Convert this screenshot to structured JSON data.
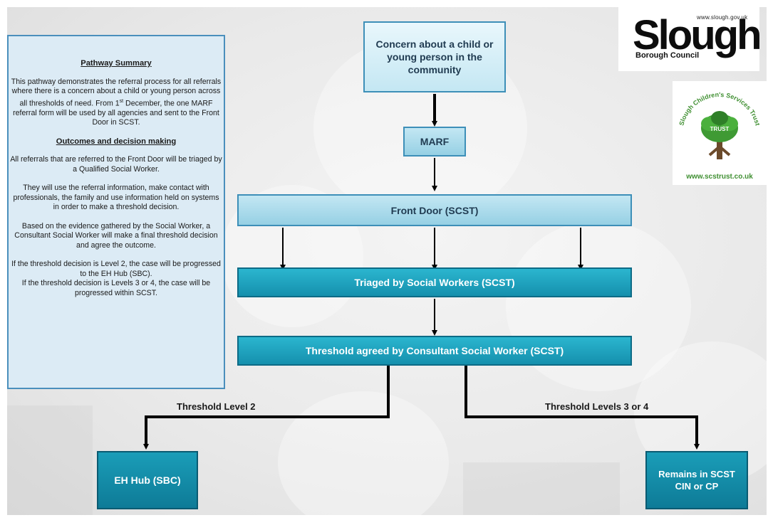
{
  "summary": {
    "heading1": "Pathway Summary",
    "para1_part1": "This pathway demonstrates the referral process for all referrals where there is a concern about a child or young person across all thresholds of need. From 1",
    "para1_sup": "st",
    "para1_part2": " December, the one MARF referral form will be used by all agencies and sent to the Front Door in SCST.",
    "heading2": "Outcomes and decision making",
    "para2": "All referrals that are referred to the Front Door will be triaged by a Qualified Social Worker.",
    "para3": "They will use the referral information, make contact with professionals, the family and use information held on systems in order to make a threshold decision.",
    "para4": "Based on the evidence gathered by the Social Worker, a Consultant Social Worker will make a final threshold decision and agree the outcome.",
    "para5": "If the threshold decision is Level 2, the case will be progressed to the EH Hub (SBC).",
    "para6": "If the threshold decision is Levels 3 or 4, the case will be progressed within SCST."
  },
  "flow": {
    "concern": "Concern about a child or young person in the community",
    "marf": "MARF",
    "front_door": "Front Door (SCST)",
    "triaged": "Triaged by Social Workers (SCST)",
    "threshold": "Threshold agreed by Consultant Social Worker (SCST)",
    "label_level2": "Threshold Level 2",
    "label_level34": "Threshold Levels 3 or 4",
    "eh_hub": "EH Hub (SBC)",
    "remains_line1": "Remains in SCST",
    "remains_line2": "CIN or CP"
  },
  "logos": {
    "slough_url": "www.slough.gov.uk",
    "slough_word": "Slough",
    "slough_sub": "Borough Council",
    "trust_arc": "Slough Children's Services Trust",
    "trust_badge": "TRUST",
    "trust_url": "www.scstrust.co.uk"
  },
  "colors": {
    "summary_bg": "#dcebf5",
    "summary_border": "#4a8fbc",
    "box_pale": "#c4e7f3",
    "box_teal": "#1590ad",
    "connector": "#000000",
    "trust_green": "#3f8f31"
  }
}
